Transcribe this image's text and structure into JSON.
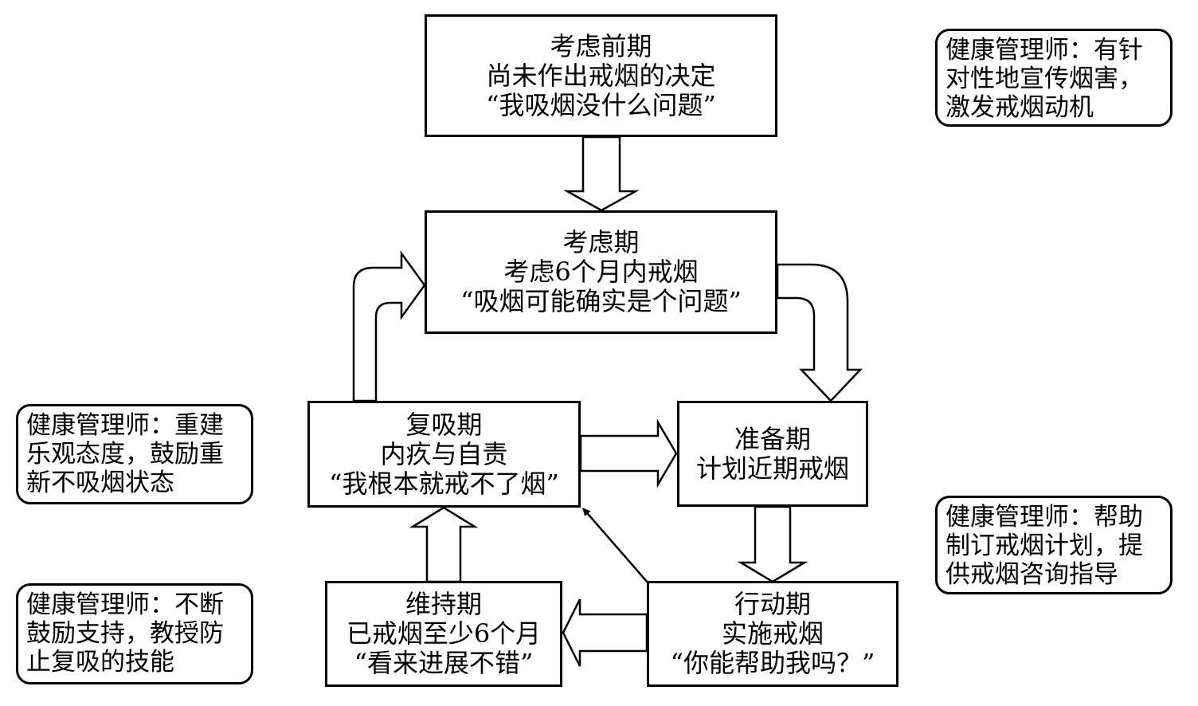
{
  "stages": {
    "precontemplation": {
      "title": "考虑前期",
      "desc": "尚未作出戒烟的决定",
      "quote": "“我吸烟没什么问题”"
    },
    "contemplation": {
      "title": "考虑期",
      "desc": "考虑6个月内戒烟",
      "quote": "“吸烟可能确实是个问题”"
    },
    "relapse": {
      "title": "复吸期",
      "desc": "内疚与自责",
      "quote": "“我根本就戒不了烟”"
    },
    "preparation": {
      "title": "准备期",
      "desc": "计划近期戒烟"
    },
    "maintenance": {
      "title": "维持期",
      "desc": "已戒烟至少6个月",
      "quote": "“看来进展不错”"
    },
    "action": {
      "title": "行动期",
      "desc": "实施戒烟",
      "quote": "“你能帮助我吗？”"
    }
  },
  "notes": {
    "top_right": [
      "健康管理师：有针",
      "对性地宣传烟害，",
      "激发戒烟动机"
    ],
    "mid_left": [
      "健康管理师：重建",
      "乐观态度，鼓励重",
      "新不吸烟状态"
    ],
    "mid_right": [
      "健康管理师：帮助",
      "制订戒烟计划，提",
      "供戒烟咨询指导"
    ],
    "bottom_left": [
      "健康管理师：不断",
      "鼓励支持，教授防",
      "止复吸的技能"
    ]
  }
}
